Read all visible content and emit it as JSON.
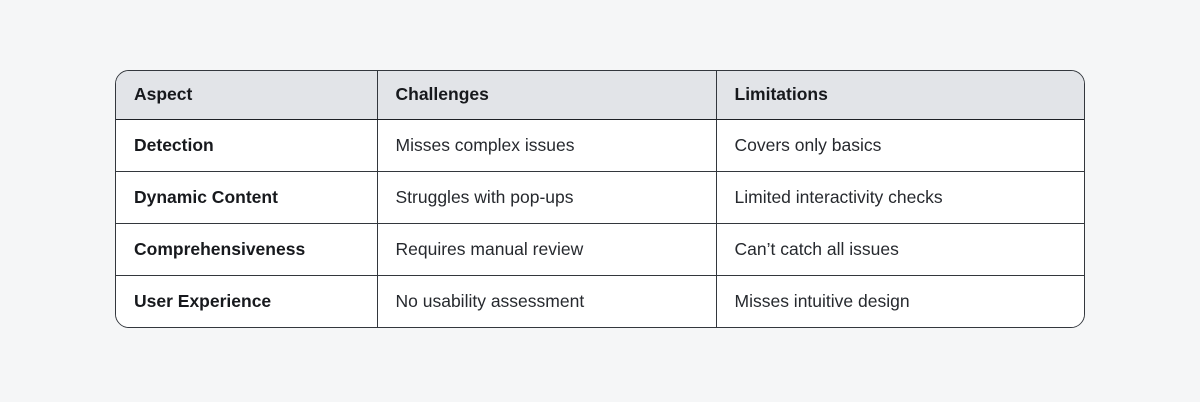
{
  "table": {
    "columns": [
      "Aspect",
      "Challenges",
      "Limitations"
    ],
    "rows": [
      [
        "Detection",
        "Misses complex issues",
        "Covers only basics"
      ],
      [
        "Dynamic Content",
        "Struggles with pop-ups",
        "Limited interactivity checks"
      ],
      [
        "Comprehensiveness",
        "Requires manual review",
        "Can’t catch all issues"
      ],
      [
        "User Experience",
        "No usability assessment",
        "Misses intuitive design"
      ]
    ]
  },
  "colors": {
    "page_background": "#f5f6f7",
    "header_background": "#e2e4e8",
    "body_background": "#ffffff",
    "border": "#33373d",
    "text_primary": "#17191d",
    "text_secondary": "#26292e"
  }
}
